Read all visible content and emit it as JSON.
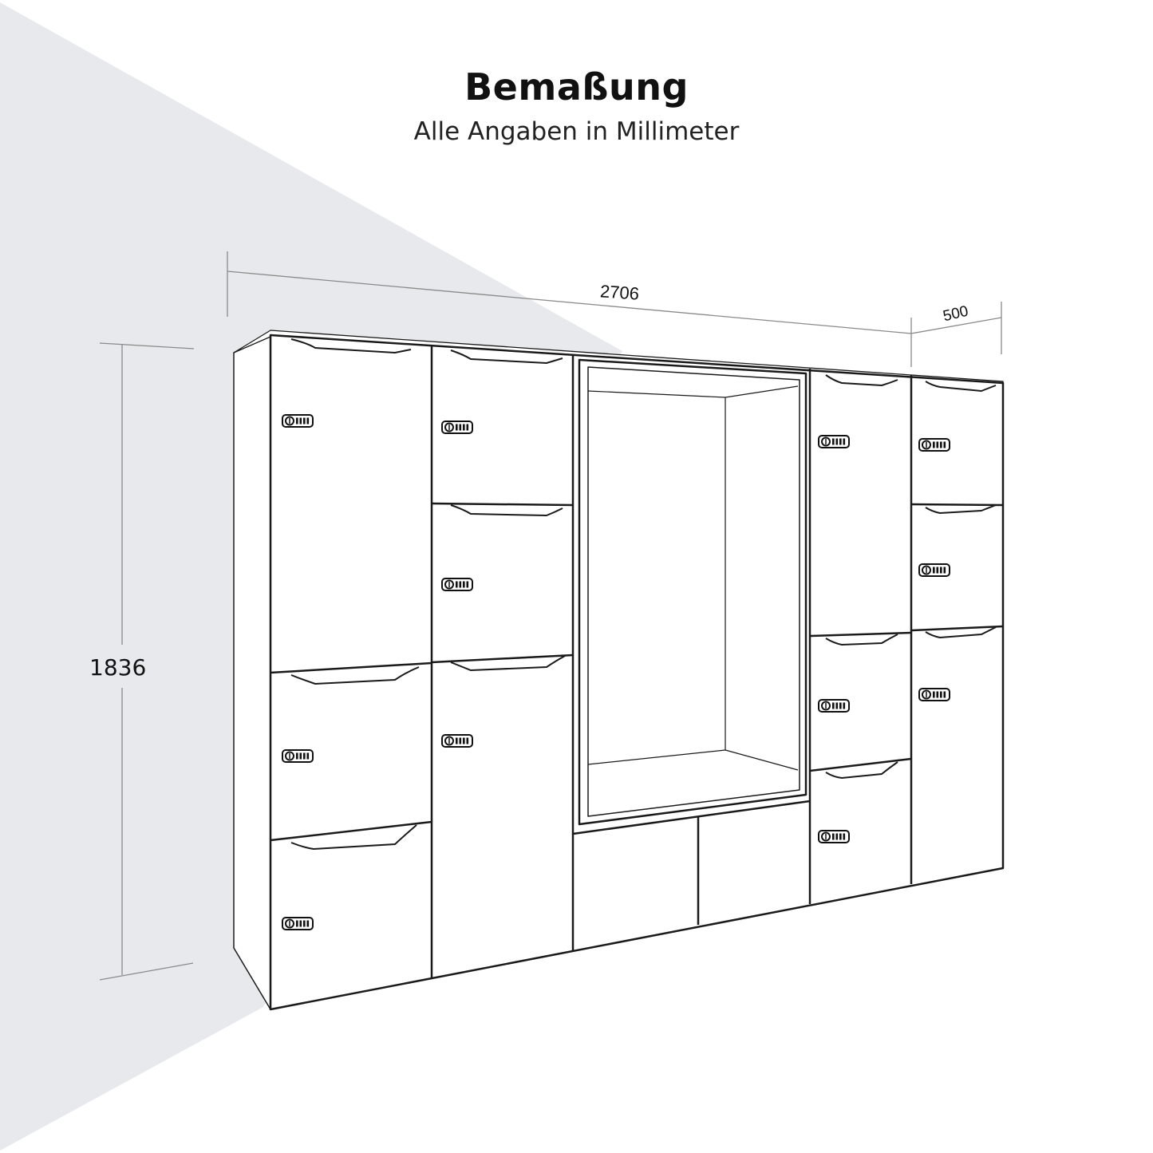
{
  "header": {
    "title": "Bemaßung",
    "subtitle": "Alle Angaben in Millimeter"
  },
  "dimensions": {
    "width": "2706",
    "depth": "500",
    "height": "1836",
    "unit": "mm"
  },
  "cabinet": {
    "columns": [
      {
        "id": "col-1",
        "doors": [
          "large-upper",
          "middle",
          "bottom"
        ]
      },
      {
        "id": "col-2",
        "doors": [
          "top",
          "middle",
          "large-lower"
        ]
      },
      {
        "id": "col-3",
        "open_compartment": true,
        "drawers": [
          "drawer-left",
          "drawer-right"
        ]
      },
      {
        "id": "col-4",
        "doors": [
          "large-upper",
          "middle",
          "bottom"
        ]
      },
      {
        "id": "col-5",
        "doors": [
          "top",
          "middle",
          "large-lower"
        ]
      }
    ],
    "lock_icon": "combination-lock-icon",
    "handle_icon": "recessed-grip-handle"
  },
  "colors": {
    "background": "#ffffff",
    "wall_shade": "#e8e9ed",
    "line": "#1a1a1a",
    "dim_line": "#8a8a8a"
  }
}
